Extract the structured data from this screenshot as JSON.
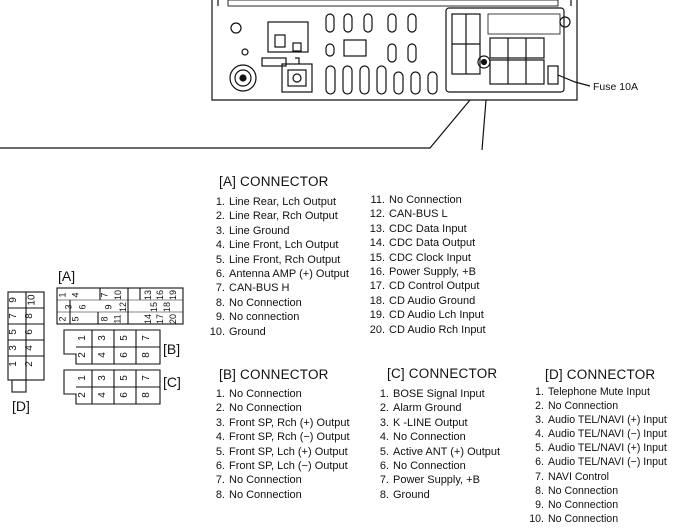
{
  "fuse_label": "Fuse 10A",
  "connector_a": {
    "title": "[A] CONNECTOR",
    "pins_1_10": [
      {
        "num": "1.",
        "label": "Line Rear, Lch Output"
      },
      {
        "num": "2.",
        "label": "Line Rear, Rch Output"
      },
      {
        "num": "3.",
        "label": "Line Ground"
      },
      {
        "num": "4.",
        "label": "Line Front, Lch Output"
      },
      {
        "num": "5.",
        "label": "Line Front, Rch Output"
      },
      {
        "num": "6.",
        "label": "Antenna AMP (+) Output"
      },
      {
        "num": "7.",
        "label": "CAN-BUS H"
      },
      {
        "num": "8.",
        "label": "No Connection"
      },
      {
        "num": "9.",
        "label": "No connection"
      },
      {
        "num": "10.",
        "label": "Ground"
      }
    ],
    "pins_11_20": [
      {
        "num": "11.",
        "label": "No Connection"
      },
      {
        "num": "12.",
        "label": "CAN-BUS L"
      },
      {
        "num": "13.",
        "label": "CDC Data Input"
      },
      {
        "num": "14.",
        "label": "CDC Data Output"
      },
      {
        "num": "15.",
        "label": "CDC Clock Input"
      },
      {
        "num": "16.",
        "label": "Power Supply, +B"
      },
      {
        "num": "17.",
        "label": "CD Control Output"
      },
      {
        "num": "18.",
        "label": "CD Audio Ground"
      },
      {
        "num": "19.",
        "label": "CD Audio Lch Input"
      },
      {
        "num": "20.",
        "label": "CD Audio Rch Input"
      }
    ]
  },
  "connector_b": {
    "title": "[B] CONNECTOR",
    "pins": [
      {
        "num": "1.",
        "label": "No Connection"
      },
      {
        "num": "2.",
        "label": "No Connection"
      },
      {
        "num": "3.",
        "label": "Front SP, Rch (+) Output"
      },
      {
        "num": "4.",
        "label": "Front SP, Rch (−) Output"
      },
      {
        "num": "5.",
        "label": "Front SP, Lch (+) Output"
      },
      {
        "num": "6.",
        "label": "Front SP, Lch (−) Output"
      },
      {
        "num": "7.",
        "label": "No Connection"
      },
      {
        "num": "8.",
        "label": "No Connection"
      }
    ]
  },
  "connector_c": {
    "title": "[C] CONNECTOR",
    "pins": [
      {
        "num": "1.",
        "label": "BOSE Signal Input"
      },
      {
        "num": "2.",
        "label": "Alarm Ground"
      },
      {
        "num": "3.",
        "label": "K -LINE Output"
      },
      {
        "num": "4.",
        "label": "No Connection"
      },
      {
        "num": "5.",
        "label": "Active ANT (+) Output"
      },
      {
        "num": "6.",
        "label": "No Connection"
      },
      {
        "num": "7.",
        "label": "Power Supply, +B"
      },
      {
        "num": "8.",
        "label": "Ground"
      }
    ]
  },
  "connector_d": {
    "title": "[D] CONNECTOR",
    "pins": [
      {
        "num": "1.",
        "label": "Telephone Mute Input"
      },
      {
        "num": "2.",
        "label": "No Connection"
      },
      {
        "num": "3.",
        "label": "Audio TEL/NAVI (+) Input"
      },
      {
        "num": "4.",
        "label": "Audio TEL/NAVI (−) Input"
      },
      {
        "num": "5.",
        "label": "Audio TEL/NAVI (+) Input"
      },
      {
        "num": "6.",
        "label": "Audio TEL/NAVI (−) Input"
      },
      {
        "num": "7.",
        "label": "NAVI Control"
      },
      {
        "num": "8.",
        "label": "No Connection"
      },
      {
        "num": "9.",
        "label": "No Connection"
      },
      {
        "num": "10.",
        "label": "No Connection"
      }
    ]
  },
  "face_labels": {
    "a": "[A]",
    "b": "[B]",
    "c": "[C]",
    "d": "[D]",
    "a_row1": [
      "1",
      "4",
      "7",
      "10",
      "13",
      "16",
      "19"
    ],
    "a_row2": [
      "3",
      "6",
      "9",
      "12",
      "15",
      "18"
    ],
    "a_row3": [
      "2",
      "5",
      "8",
      "11",
      "14",
      "17",
      "20"
    ],
    "b_top": [
      "1",
      "3",
      "5",
      "7"
    ],
    "b_bottom": [
      "2",
      "4",
      "6",
      "8"
    ],
    "c_top": [
      "1",
      "3",
      "5",
      "7"
    ],
    "c_bottom": [
      "2",
      "4",
      "6",
      "8"
    ],
    "d_outer": [
      "9",
      "7",
      "5",
      "3",
      "1"
    ],
    "d_inner": [
      "10",
      "8",
      "6",
      "4",
      "2"
    ]
  }
}
